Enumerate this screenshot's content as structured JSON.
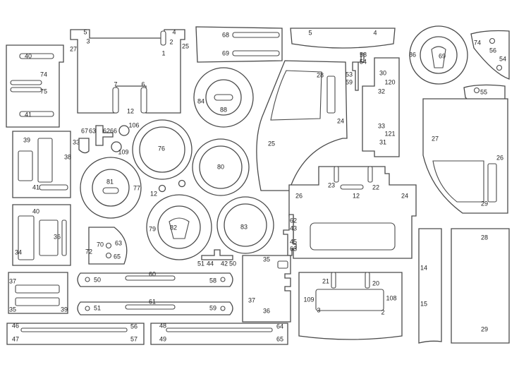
{
  "colors": {
    "outline": "#4a4a4a",
    "label": "#222222",
    "background": "#ffffff"
  },
  "labels": {
    "top_left_panel": [
      "40",
      "74",
      "75",
      "41"
    ],
    "rear_wall": [
      "5",
      "3",
      "27",
      "4",
      "2",
      "25",
      "1",
      "7",
      "6",
      "12"
    ],
    "top_strip": [
      "68",
      "69"
    ],
    "roof": [
      "5",
      "4"
    ],
    "spoked_wheel": [
      "86",
      "69"
    ],
    "bracket_right": [
      "74",
      "56",
      "54"
    ],
    "small_bracket": [
      "55",
      "57",
      "75"
    ],
    "peg_top": [
      "58",
      "54",
      "53",
      "59"
    ],
    "wheel_hub_top": [
      "84",
      "88"
    ],
    "cab_side_left": [
      "28",
      "24",
      "25"
    ],
    "side_strip": [
      "30",
      "120",
      "32",
      "33",
      "121",
      "31"
    ],
    "cab_side_right": [
      "27",
      "26",
      "29"
    ],
    "left_frame_a": [
      "39",
      "33",
      "38",
      "41"
    ],
    "small_parts": [
      "67",
      "63",
      "62",
      "66",
      "106",
      "109",
      "12"
    ],
    "wheels_mid": [
      "76",
      "80",
      "81",
      "77"
    ],
    "dashboard": [
      "23",
      "12",
      "22",
      "26",
      "24"
    ],
    "left_frame_b": [
      "40",
      "36",
      "34"
    ],
    "bracket_small": [
      "70",
      "63",
      "72",
      "65"
    ],
    "wheel_lower": [
      "79",
      "82",
      "83"
    ],
    "peg_mid": [
      "62",
      "43",
      "45",
      "63"
    ],
    "peg_small": [
      "51",
      "44",
      "42",
      "50"
    ],
    "seat_box": [
      "35",
      "37",
      "36"
    ],
    "tall_panel_a": [
      "14",
      "15"
    ],
    "tall_panel_b": [
      "28",
      "29"
    ],
    "frame_low": [
      "37",
      "35",
      "39"
    ],
    "axle_top": [
      "50",
      "60",
      "58"
    ],
    "axle_bottom": [
      "51",
      "61",
      "59"
    ],
    "front_grille": [
      "21",
      "20",
      "109",
      "108",
      "3",
      "2"
    ],
    "rail_left": [
      "46",
      "56",
      "47",
      "57"
    ],
    "rail_right": [
      "48",
      "64",
      "49",
      "65"
    ]
  }
}
